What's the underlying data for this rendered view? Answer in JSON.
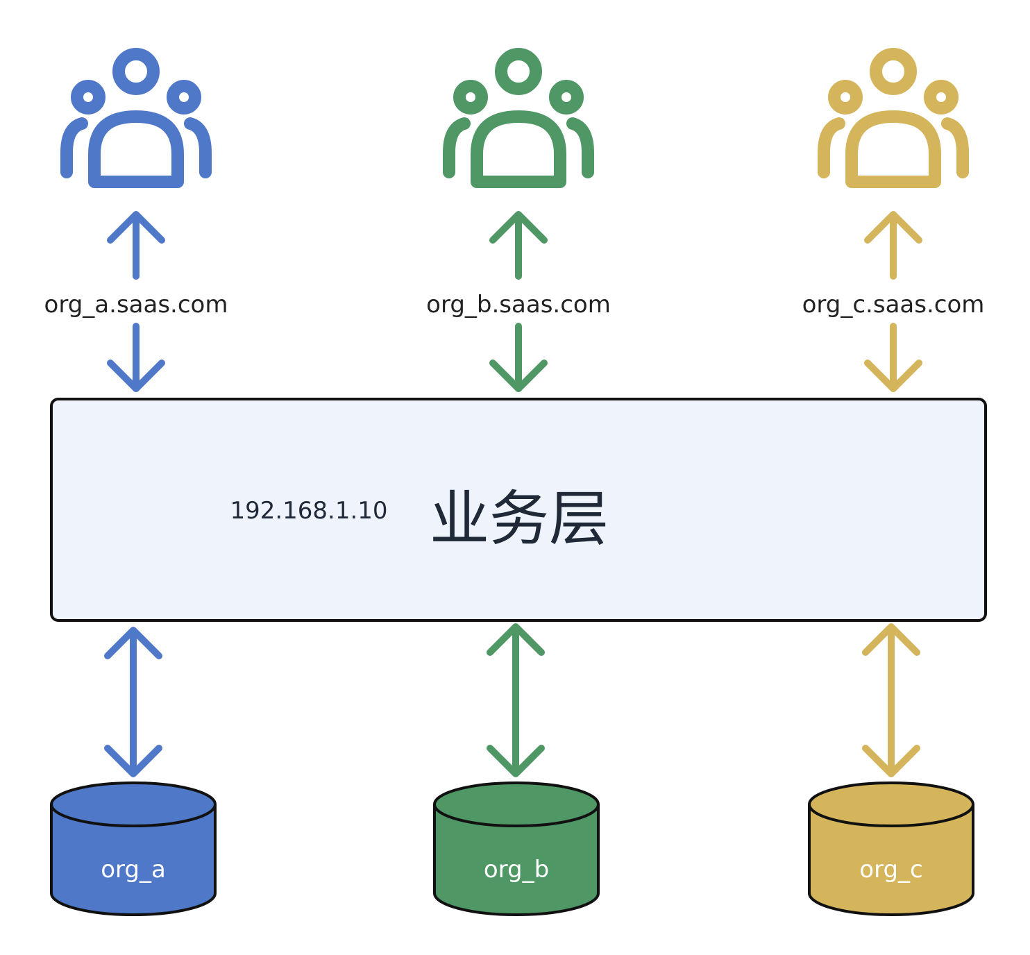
{
  "colors": {
    "org_a": "#5078c8",
    "org_b": "#4f9765",
    "org_c": "#d4b55c",
    "layer_fill": "#eef3fc",
    "outline": "#111111"
  },
  "tenants": [
    {
      "id": "org_a",
      "domain": "org_a.saas.com",
      "db_label": "org_a",
      "icon": "users-icon"
    },
    {
      "id": "org_b",
      "domain": "org_b.saas.com",
      "db_label": "org_b",
      "icon": "users-icon"
    },
    {
      "id": "org_c",
      "domain": "org_c.saas.com",
      "db_label": "org_c",
      "icon": "users-icon"
    }
  ],
  "service_layer": {
    "title": "业务层",
    "ip": "192.168.1.10"
  }
}
